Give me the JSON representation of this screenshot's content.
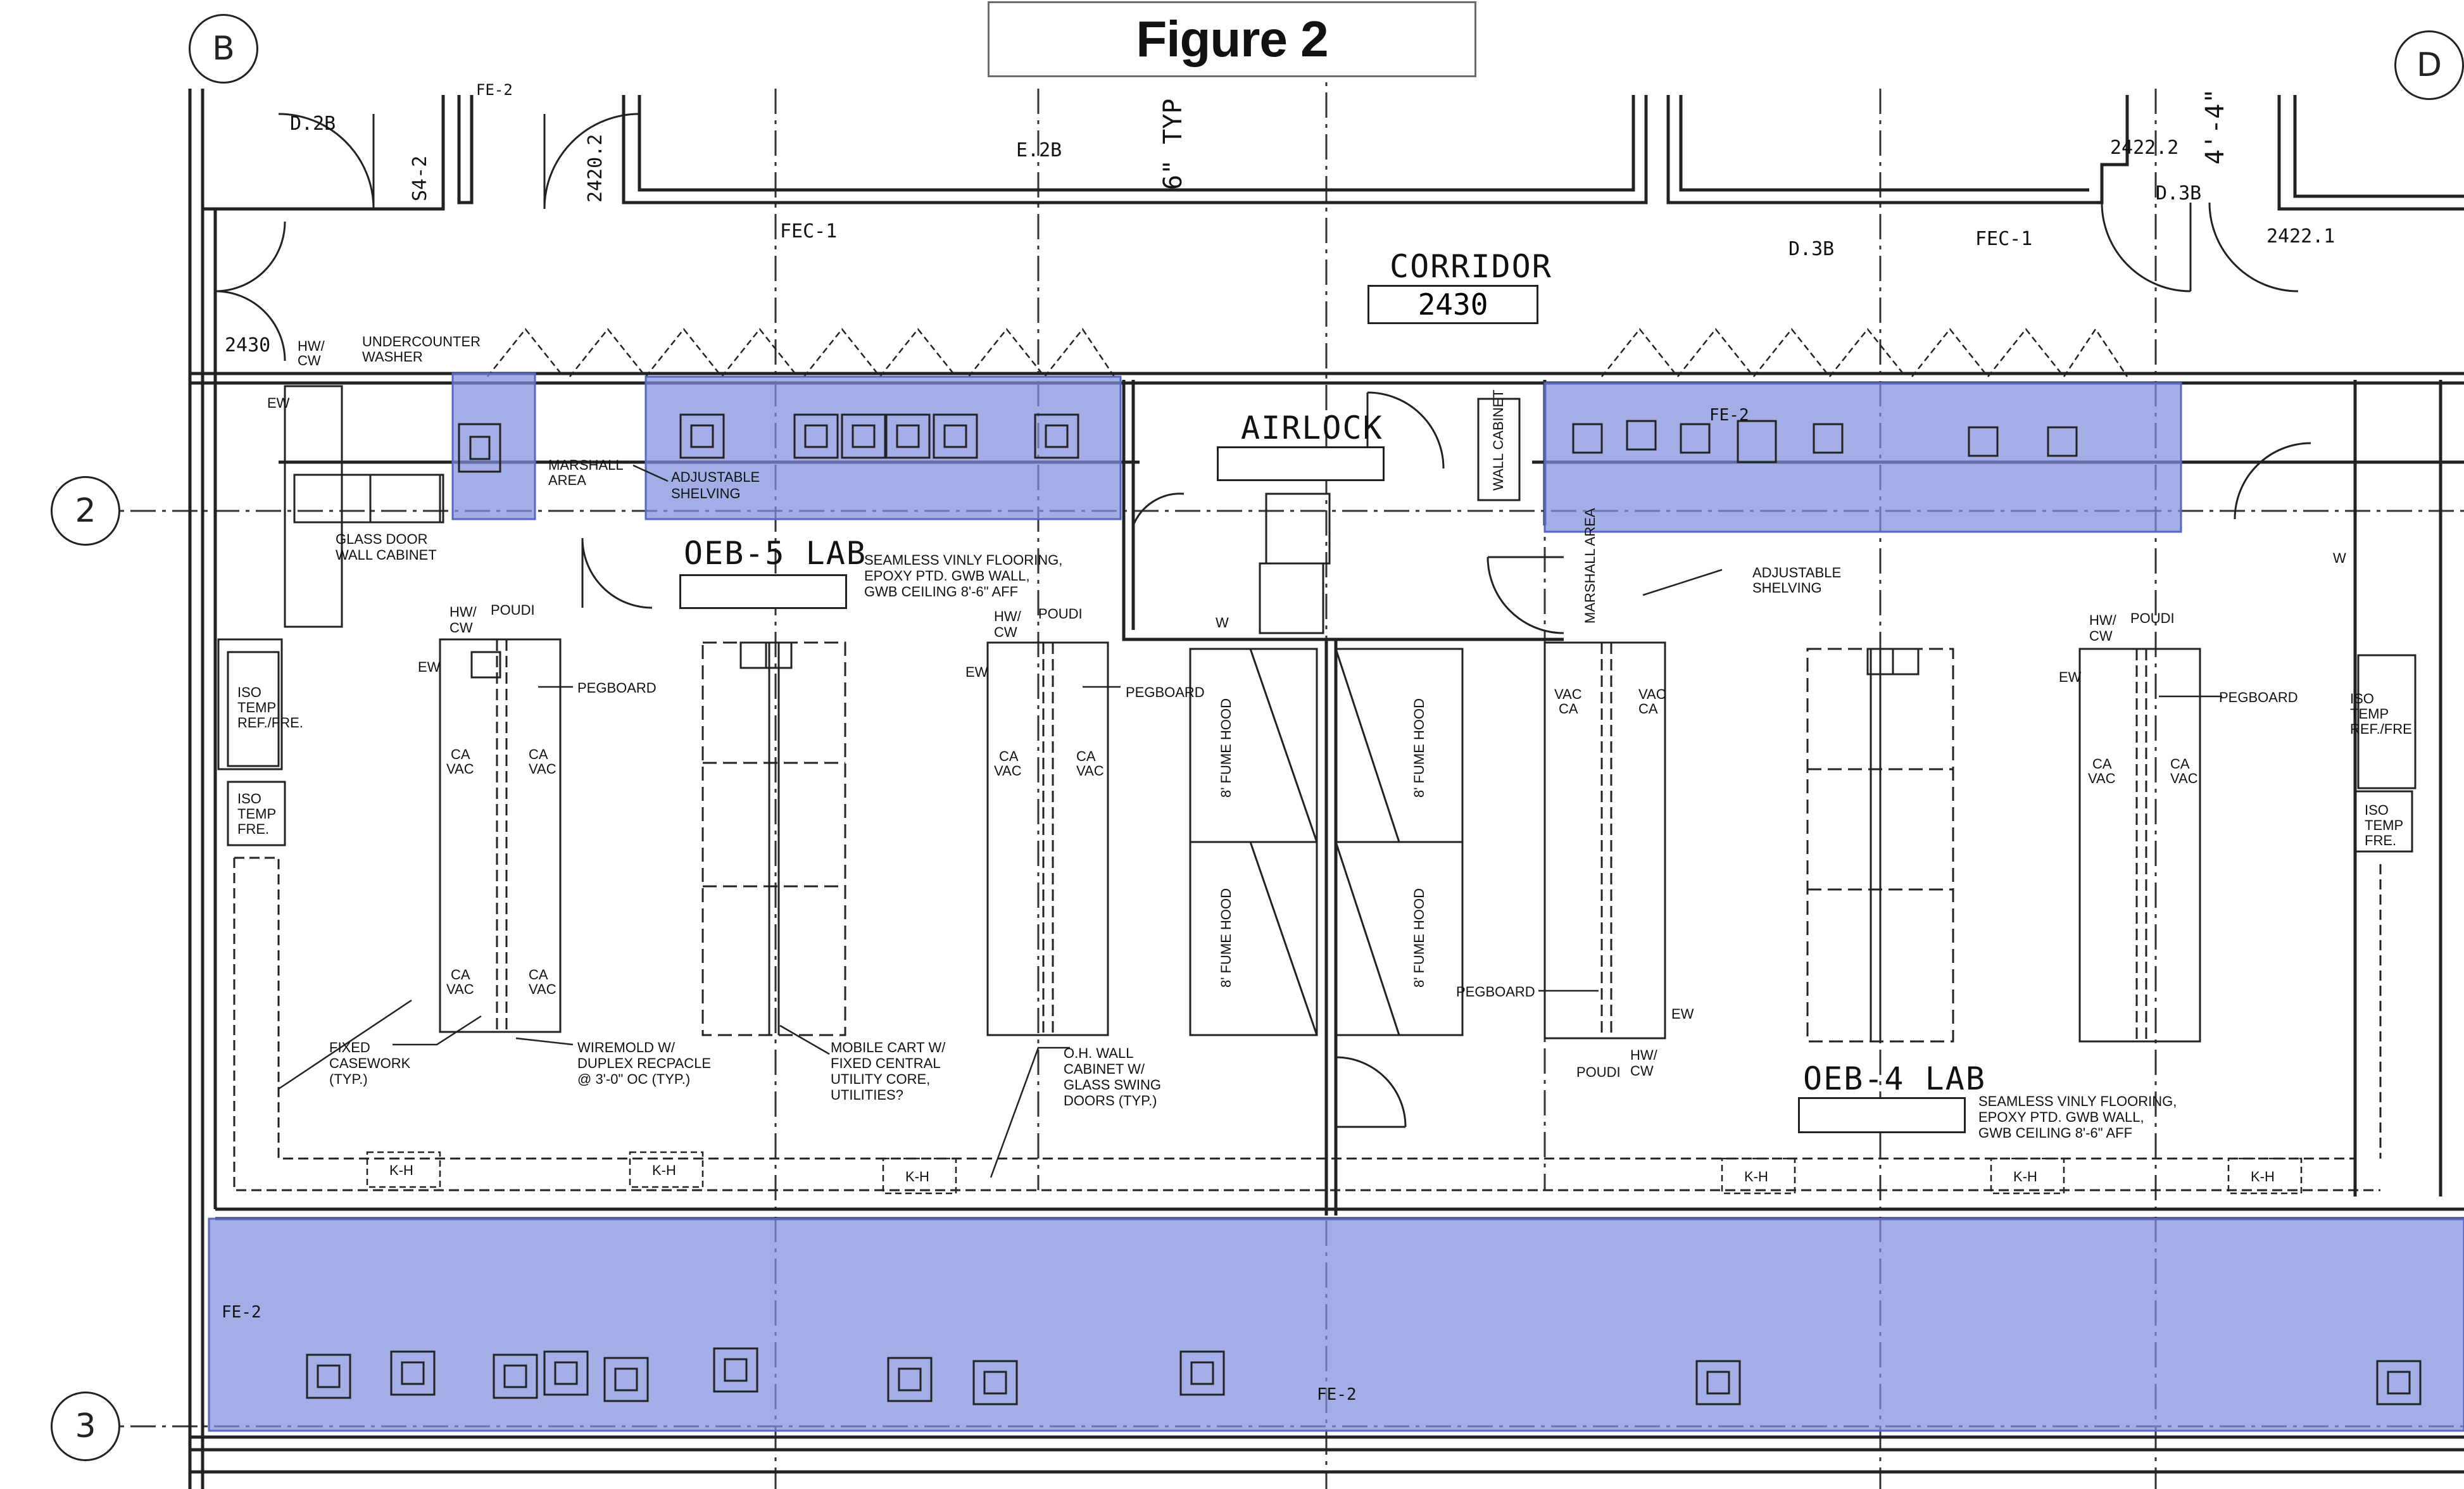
{
  "figure": {
    "title": "Figure 2"
  },
  "grid": {
    "columns": [
      "B",
      "D"
    ],
    "rows": [
      "2",
      "3"
    ]
  },
  "corridor": {
    "label": "CORRIDOR",
    "number": "2430"
  },
  "rooms": {
    "oeb5": {
      "name": "OEB-5 LAB",
      "note": [
        "SEAMLESS VINLY FLOORING,",
        "EPOXY PTD. GWB WALL,",
        "GWB CEILING 8'-6\" AFF"
      ]
    },
    "oeb4": {
      "name": "OEB-4 LAB",
      "note": [
        "SEAMLESS VINLY FLOORING,",
        "EPOXY PTD. GWB WALL,",
        "GWB CEILING 8'-6\" AFF"
      ]
    },
    "airlock": "AIRLOCK"
  },
  "tags": {
    "d2b": "D.2B",
    "e2b": "E.2B",
    "d3b_a": "D.3B",
    "d3b_b": "D.3B",
    "fec1_a": "FEC-1",
    "fec1_b": "FEC-1",
    "fe2_a": "FE-2",
    "fe2_b": "FE-2",
    "fe2_c": "FE-2",
    "fe2_d": "FE-2",
    "r2420": "2420.2",
    "r2422a": "2422.2",
    "r2422b": "2422.1",
    "s42": "S4-2",
    "r2430": "2430",
    "dim6": "6\" TYP",
    "dim44": "4'-4\""
  },
  "labels": {
    "undercounter": [
      "UNDERCOUNTER",
      "WASHER"
    ],
    "hwcw": [
      "HW/",
      "CW"
    ],
    "ew": "EW",
    "glass_door": [
      "GLASS DOOR",
      "WALL CABINET"
    ],
    "marshall_a": [
      "MARSHALL",
      "AREA"
    ],
    "adj_shelving_a": [
      "ADJUSTABLE",
      "SHELVING"
    ],
    "adj_shelving_b": [
      "ADJUSTABLE",
      "SHELVING"
    ],
    "wall_cabinet": "WALL CABINET",
    "marshall_b": "MARSHALL AREA",
    "iso_temp_ref_a": [
      "ISO",
      "TEMP",
      "REF./FRE."
    ],
    "iso_temp_fre_a": [
      "ISO",
      "TEMP",
      "FRE."
    ],
    "iso_temp_ref_b": [
      "ISO",
      "TEMP",
      "REF./FRE"
    ],
    "iso_temp_fre_b": [
      "ISO",
      "TEMP",
      "FRE."
    ],
    "poudi": "POUDI",
    "pegboard": "PEGBOARD",
    "fume_hood": "8' FUME HOOD",
    "fixed_casework": [
      "FIXED",
      "CASEWORK",
      "(TYP.)"
    ],
    "wiremold": [
      "WIREMOLD W/",
      "DUPLEX RECPACLE",
      "@ 3'-0\" OC (TYP.)"
    ],
    "mobile_cart": [
      "MOBILE CART W/",
      "FIXED CENTRAL",
      "UTILITY CORE,",
      "UTILITIES?"
    ],
    "oh_wall": [
      "O.H. WALL",
      "CABINET W/",
      "GLASS SWING",
      "DOORS (TYP.)"
    ],
    "ca": "CA",
    "vac": "VAC",
    "kh": "K-H",
    "w": "W"
  },
  "highlight": {
    "color": "#7f8fdc",
    "opacity": 0.72
  }
}
